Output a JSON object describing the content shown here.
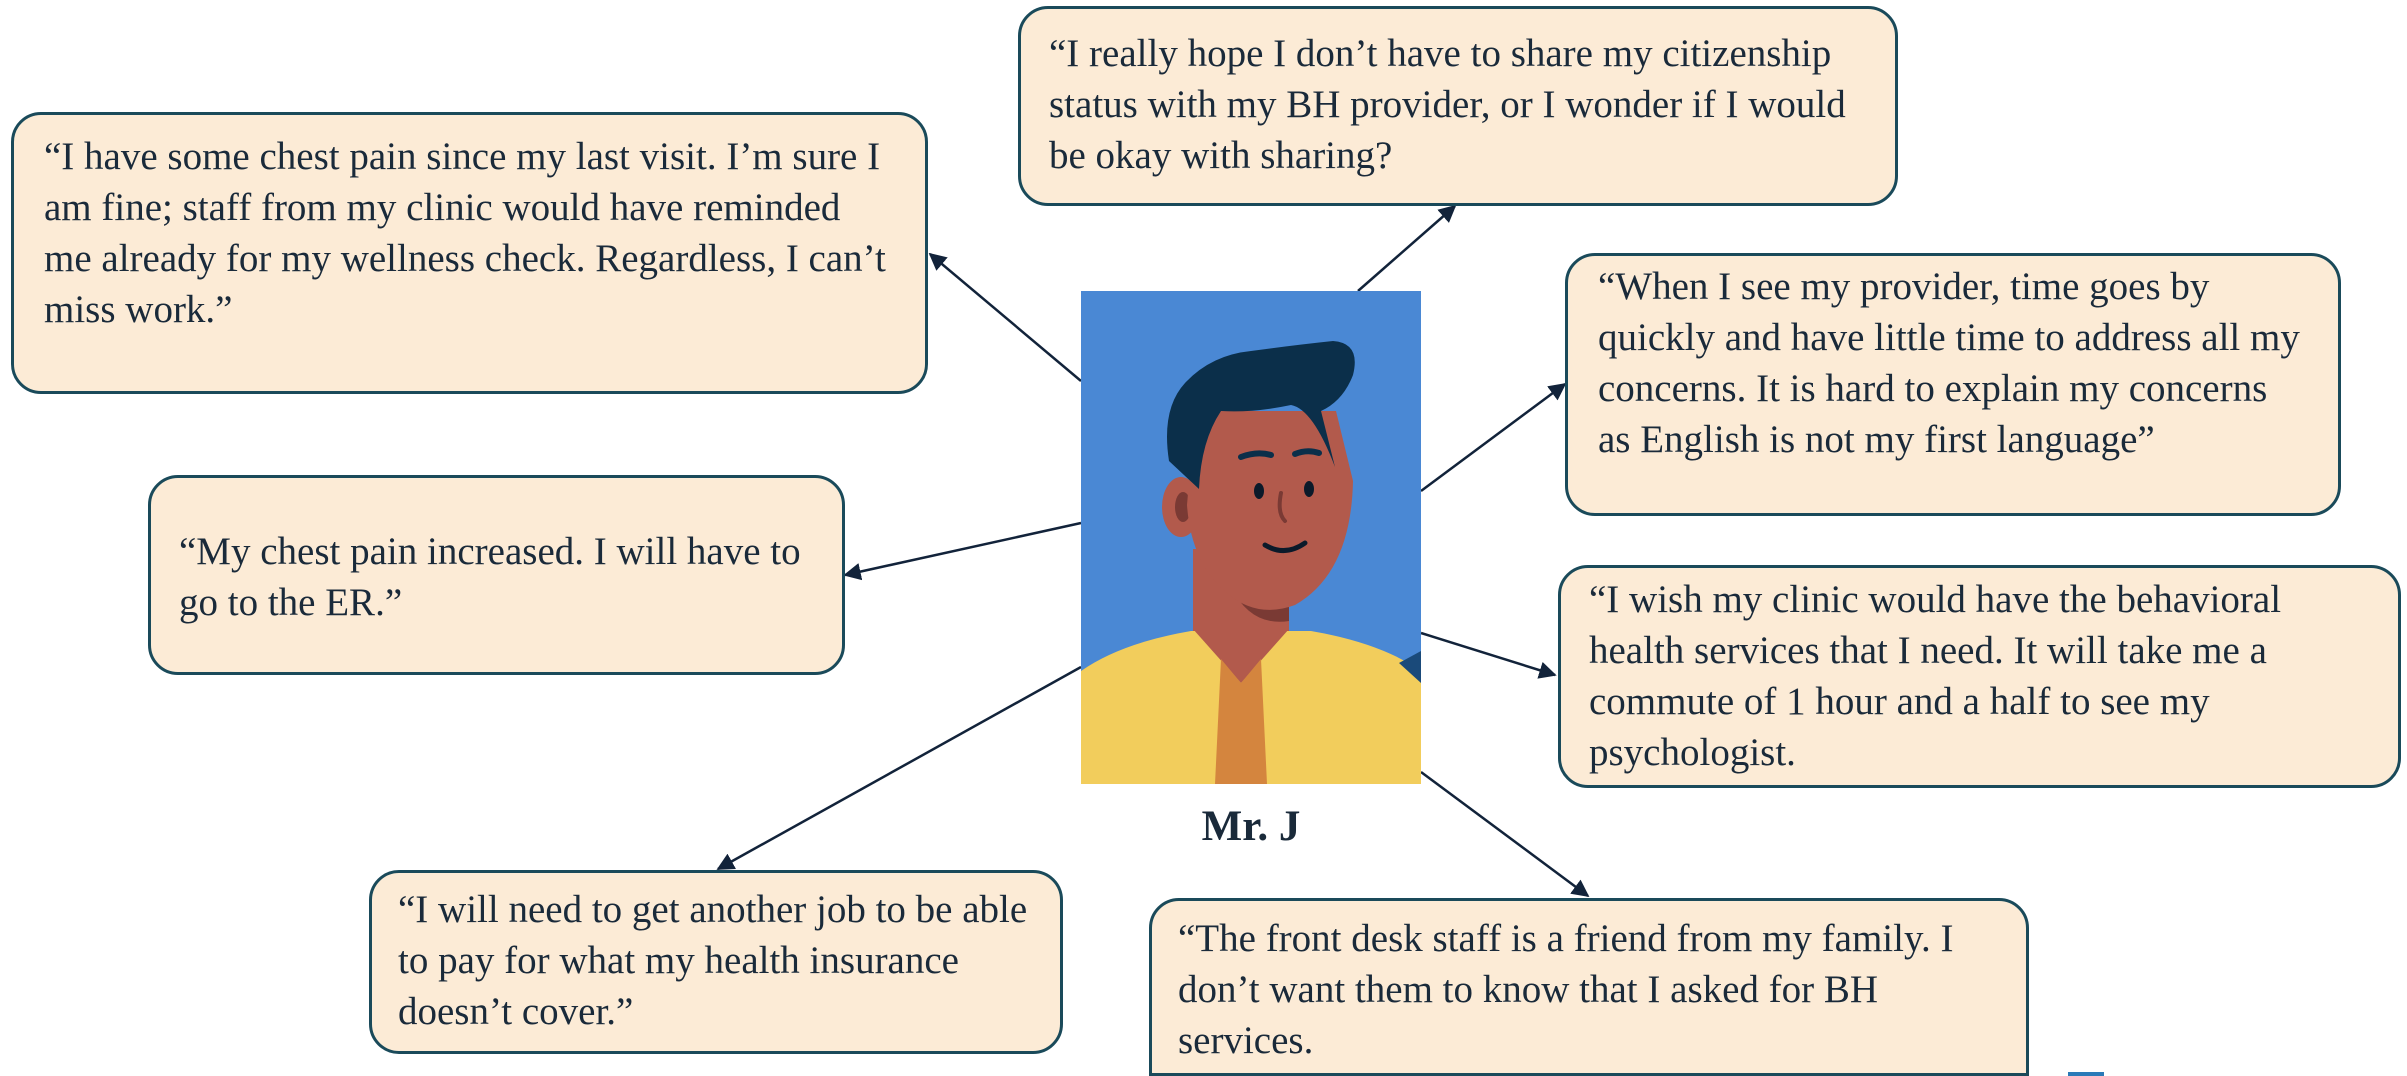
{
  "person": {
    "name": "Mr. J"
  },
  "quotes": {
    "chest_pain": "“I have some chest pain since my last visit. I’m sure I am fine; staff from my clinic would have reminded me already for my wellness check. Regardless, I can’t miss work.”",
    "citizenship": "“I really hope I don’t have to share my citizenship status with my BH provider, or I wonder if I would be okay with sharing?",
    "provider_time": "“When I see my provider, time goes by quickly and have little time to address all my concerns. It is hard to explain my concerns as English is not my first language”",
    "er": "“My chest pain increased. I will have to go to the ER.”",
    "bh_services": "“I wish my clinic would have the behavioral health services that I need. It will take me a commute of 1 hour and a half to see my psychologist.",
    "job": "“I will need to get another job to be able to pay for what my health insurance doesn’t cover.”",
    "front_desk": "“The front desk staff is a friend from my family. I don’t want them to know that I asked for BH services."
  },
  "colors": {
    "bubble_fill": "#fcebd6",
    "bubble_border": "#1a4a5a",
    "arrow": "#12233a",
    "portrait_background": "#4a88d4",
    "hair": "#0b2f4a",
    "skin": "#b25a4c",
    "shirt": "#f2cd5c"
  }
}
